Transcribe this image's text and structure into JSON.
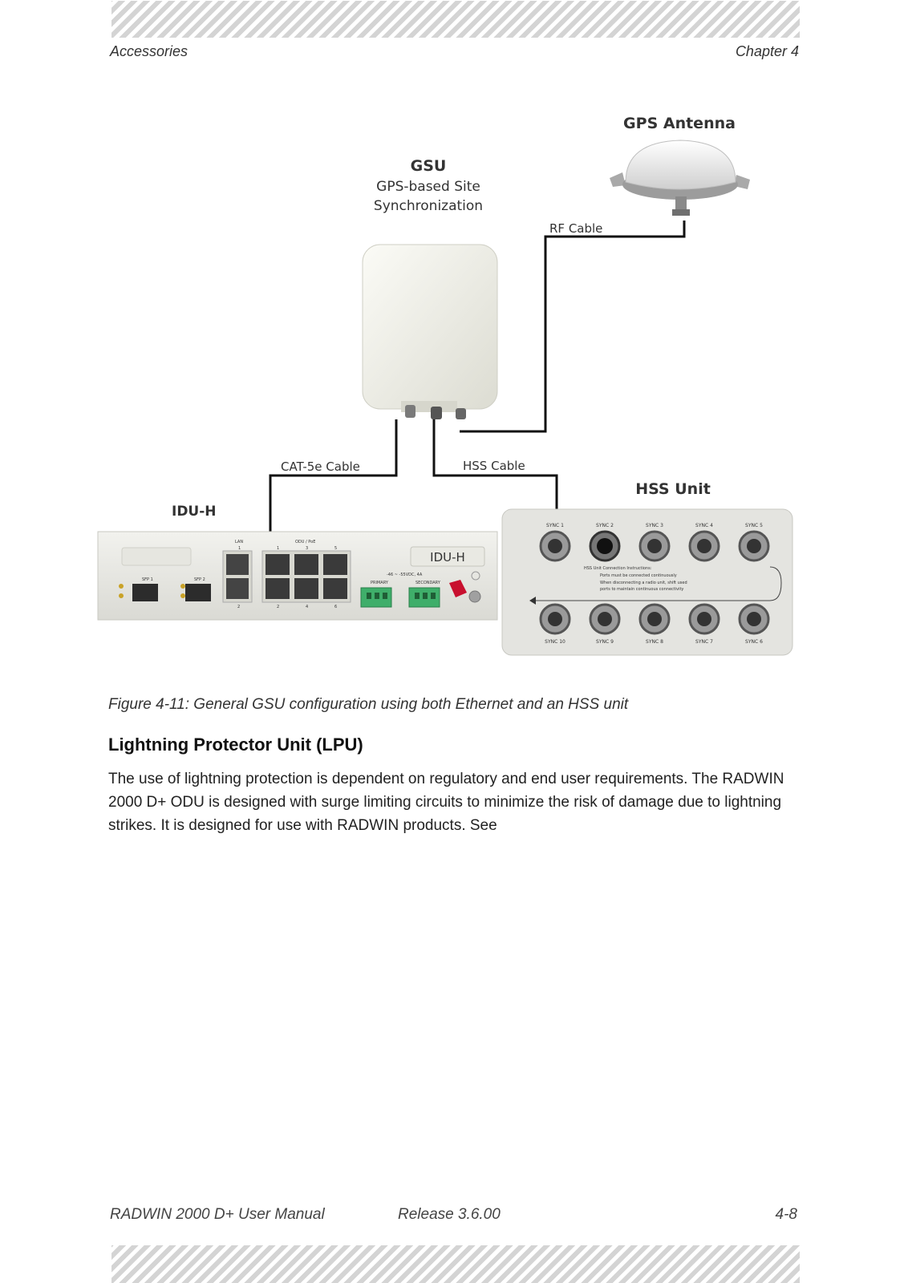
{
  "header": {
    "left": "Accessories",
    "right": "Chapter 4"
  },
  "figure": {
    "gps_antenna_title": "GPS Antenna",
    "gsu_title": "GSU",
    "gsu_subtitle_1": "GPS-based Site",
    "gsu_subtitle_2": "Synchronization",
    "rf_cable": "RF Cable",
    "cat5e_cable": "CAT-5e Cable",
    "hss_cable": "HSS Cable",
    "hss_unit_title": "HSS Unit",
    "idu_h_title": "IDU-H",
    "idu_panel": {
      "badge": "IDU-H",
      "sfp1": "SFP 1",
      "sfp2": "SFP 2",
      "lan": "LAN",
      "odu_poe": "ODU / PoE",
      "power": "-46 ~ -55VDC, 4A",
      "primary": "PRIMARY",
      "secondary": "SECONDARY",
      "port_top_nums": [
        "1",
        "1",
        "3",
        "5"
      ],
      "port_bottom_nums": [
        "2",
        "2",
        "4",
        "6"
      ]
    },
    "hss_panel": {
      "sync_top": [
        "SYNC 1",
        "SYNC 2",
        "SYNC 3",
        "SYNC 4",
        "SYNC 5"
      ],
      "sync_bottom": [
        "SYNC 10",
        "SYNC 9",
        "SYNC 8",
        "SYNC 7",
        "SYNC 6"
      ],
      "instructions_title": "HSS Unit Connection Instructions:",
      "instruction_1": "Ports must be connected continuously",
      "instruction_2a": "When disconnecting a radio unit, shift used",
      "instruction_2b": "ports to maintain continuous connectivity"
    }
  },
  "caption": "Figure 4-11: General GSU configuration using both Ethernet and an HSS unit",
  "section": {
    "heading": "Lightning Protector Unit (LPU)",
    "body": "The use of lightning protection is dependent on regulatory and end user requirements. The RADWIN 2000 D+ ODU is designed with surge limiting circuits to minimize the risk of damage due to lightning strikes. It is designed for use with RADWIN products. See"
  },
  "footer": {
    "manual": "RADWIN 2000 D+ User Manual",
    "release": "Release  3.6.00",
    "page": "4-8"
  }
}
